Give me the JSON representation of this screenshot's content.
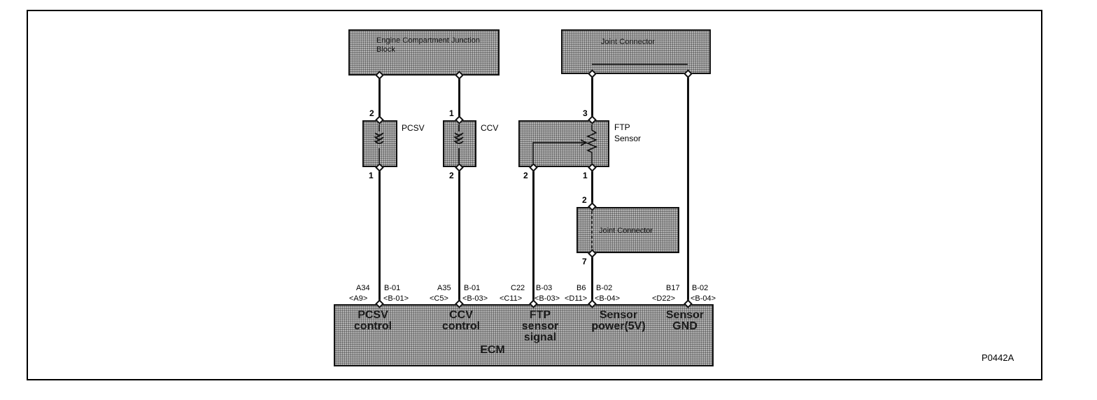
{
  "components": {
    "ecjb": "Engine Compartment Junction Block",
    "joint_top": "Joint Connector",
    "joint_mid": "Joint Connector",
    "ecm": "ECM"
  },
  "devices": {
    "pcsv": "PCSV",
    "ccv": "CCV",
    "ftp_line1": "FTP",
    "ftp_line2": "Sensor"
  },
  "pins": {
    "pcsv_top": "2",
    "pcsv_bottom": "1",
    "ccv_top": "1",
    "ccv_bottom": "2",
    "ftp_top": "3",
    "ftp_signal": "2",
    "ftp_power": "1",
    "joint_in": "2",
    "joint_out": "7"
  },
  "terminals": {
    "pcsv": {
      "pin": "A34",
      "alt": "<A9>",
      "conn": "B-01",
      "alt_conn": "<B-01>"
    },
    "ccv": {
      "pin": "A35",
      "alt": "<C5>",
      "conn": "B-01",
      "alt_conn": "<B-03>"
    },
    "ftp": {
      "pin": "C22",
      "alt": "<C11>",
      "conn": "B-03",
      "alt_conn": "<B-03>"
    },
    "power": {
      "pin": "B6",
      "alt": "<D11>",
      "conn": "B-02",
      "alt_conn": "<B-04>"
    },
    "gnd": {
      "pin": "B17",
      "alt": "<D22>",
      "conn": "B-02",
      "alt_conn": "<B-04>"
    }
  },
  "ecm_signals": {
    "pcsv": [
      "PCSV",
      "control"
    ],
    "ccv": [
      "CCV",
      "control"
    ],
    "ftp": [
      "FTP",
      "sensor",
      "signal"
    ],
    "power": [
      "Sensor",
      "power(5V)"
    ],
    "gnd": [
      "Sensor",
      "GND"
    ]
  },
  "figure_id": "P0442A"
}
